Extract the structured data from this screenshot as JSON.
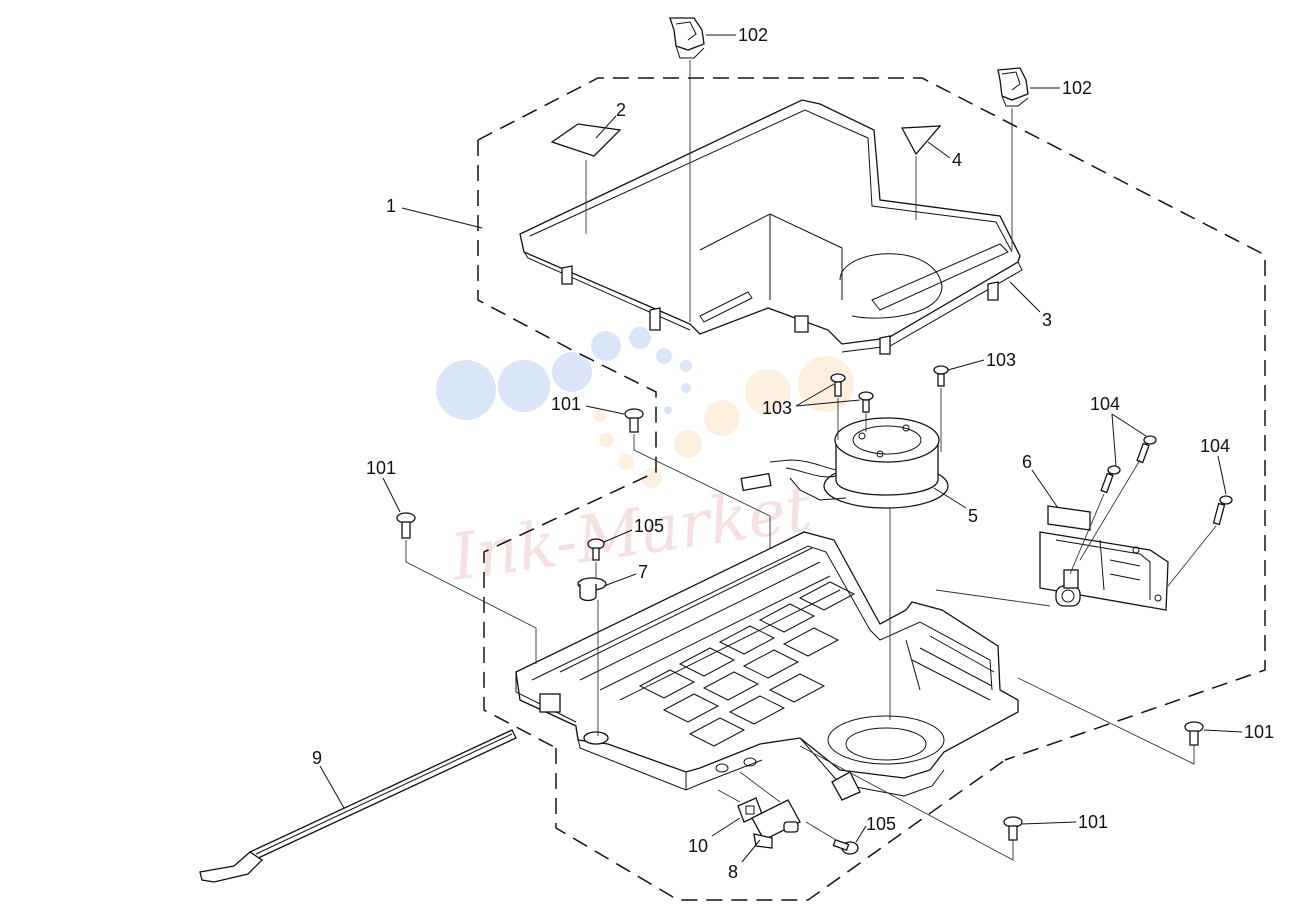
{
  "watermark": {
    "text": "Ink-Market",
    "bubble_colors": [
      "#bcd3f2",
      "#fde3c2",
      "#f3c3c3"
    ]
  },
  "callouts": [
    {
      "id": "c-1",
      "text": "1"
    },
    {
      "id": "c-2",
      "text": "2"
    },
    {
      "id": "c-3",
      "text": "3"
    },
    {
      "id": "c-4",
      "text": "4"
    },
    {
      "id": "c-5",
      "text": "5"
    },
    {
      "id": "c-6",
      "text": "6"
    },
    {
      "id": "c-7",
      "text": "7"
    },
    {
      "id": "c-8",
      "text": "8"
    },
    {
      "id": "c-9",
      "text": "9"
    },
    {
      "id": "c-10",
      "text": "10"
    },
    {
      "id": "c-101a",
      "text": "101"
    },
    {
      "id": "c-101b",
      "text": "101"
    },
    {
      "id": "c-101c",
      "text": "101"
    },
    {
      "id": "c-101d",
      "text": "101"
    },
    {
      "id": "c-102a",
      "text": "102"
    },
    {
      "id": "c-102b",
      "text": "102"
    },
    {
      "id": "c-103a",
      "text": "103"
    },
    {
      "id": "c-103b",
      "text": "103"
    },
    {
      "id": "c-104a",
      "text": "104"
    },
    {
      "id": "c-104b",
      "text": "104"
    },
    {
      "id": "c-105a",
      "text": "105"
    },
    {
      "id": "c-105b",
      "text": "105"
    }
  ]
}
